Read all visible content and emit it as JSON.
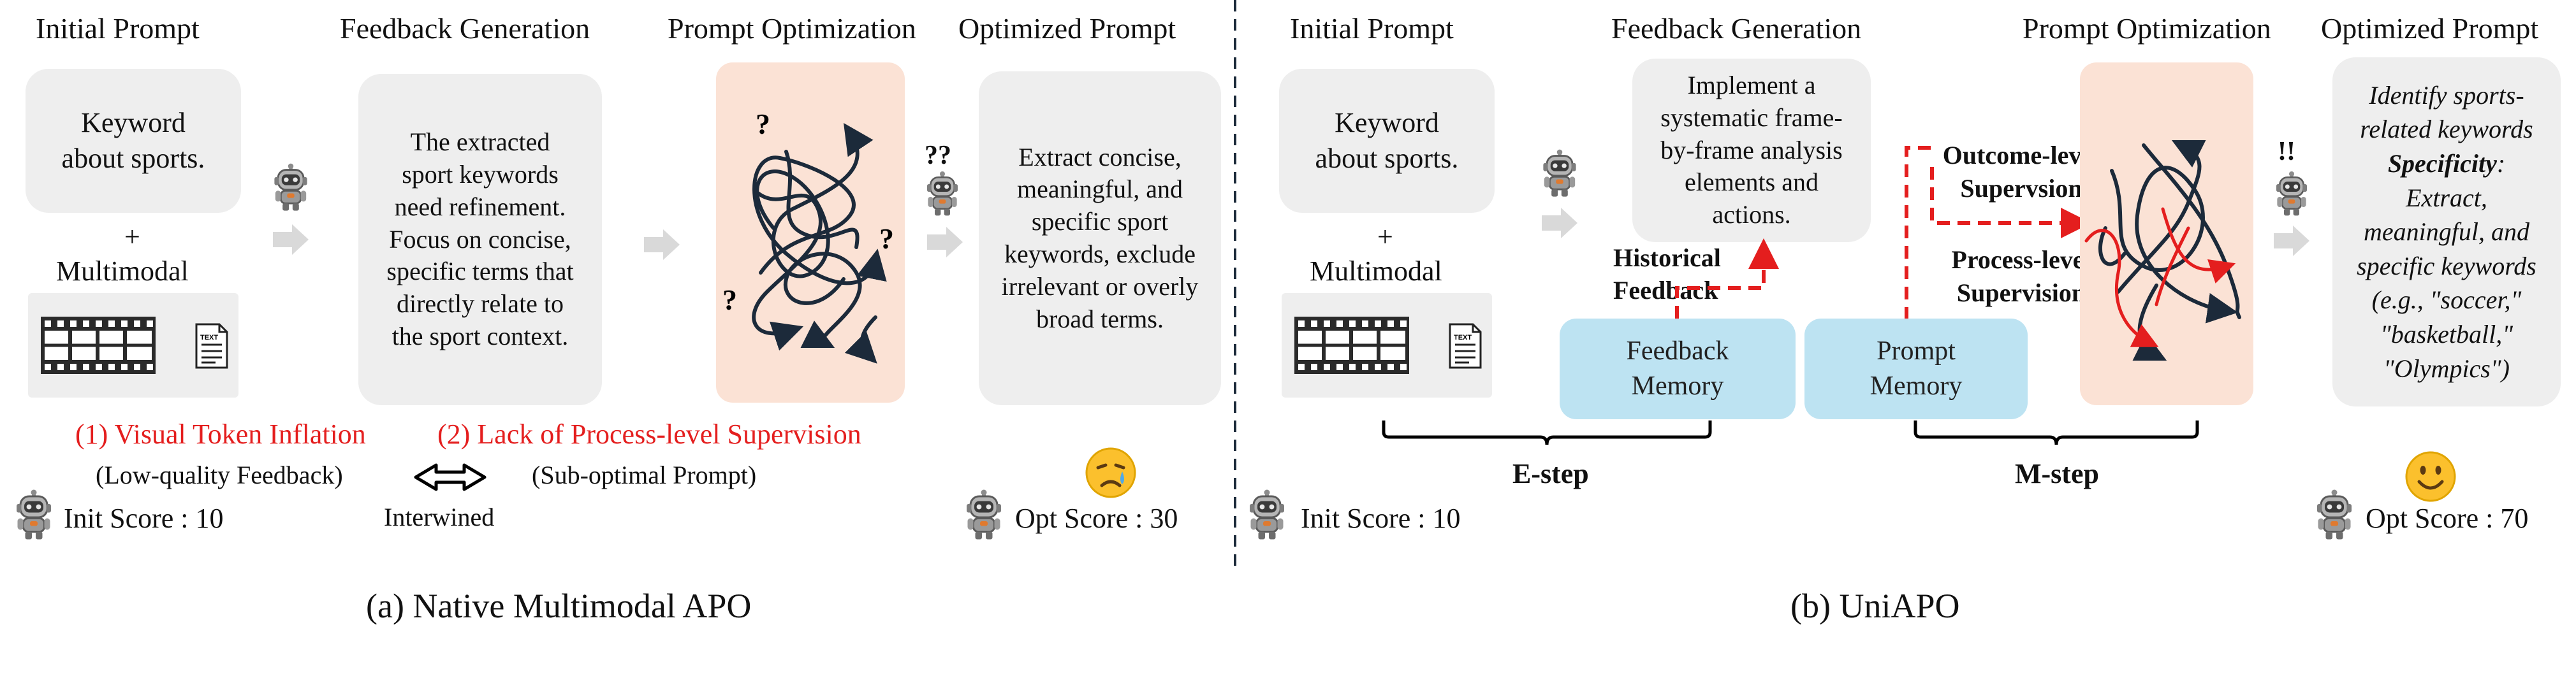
{
  "panel_a": {
    "headers": [
      "Initial Prompt",
      "Feedback Generation",
      "Prompt Optimization",
      "Optimized Prompt"
    ],
    "initial_prompt": "Keyword about sports.",
    "plus": "+",
    "multimodal": "Multimodal",
    "doc_icon_label": "TEXT",
    "feedback": "The extracted sport keywords need refinement. Focus on concise, specific terms that directly relate to the sport context.",
    "optimized": "Extract concise, meaningful, and specific sport keywords, exclude irrelevant or overly broad terms.",
    "confused_marks": "??",
    "opt_question_marks": [
      "?",
      "?",
      "?"
    ],
    "problem1": "(1) Visual Token Inflation",
    "problem2": "(2) Lack of Process-level Supervision",
    "problem1_note": "(Low-quality Feedback)",
    "problem2_note": "(Sub-optimal Prompt)",
    "intertwined": "Interwined",
    "init_score": "Init Score : 10",
    "opt_score": "Opt Score : 30",
    "caption": "(a) Native Multimodal APO"
  },
  "panel_b": {
    "headers": [
      "Initial Prompt",
      "Feedback Generation",
      "Prompt Optimization",
      "Optimized Prompt"
    ],
    "initial_prompt": "Keyword about sports.",
    "plus": "+",
    "multimodal": "Multimodal",
    "doc_icon_label": "TEXT",
    "feedback": "Implement a systematic frame-by-frame analysis elements and actions.",
    "historical_feedback": "Historical Feedback",
    "outcome_supervision": "Outcome-level Supervsion",
    "process_supervision": "Process-level Supervision",
    "feedback_memory": "Feedback Memory",
    "prompt_memory": "Prompt Memory",
    "e_step": "E-step",
    "m_step": "M-step",
    "happy_marks": "!!",
    "optimized_line1": "Identify sports-related keywords",
    "optimized_specificity": "Specificity",
    "optimized_line2": ": Extract, meaningful, and specific keywords (e.g., \"soccer,\" \"basketball,\" \"Olympics\")",
    "init_score": "Init Score : 10",
    "opt_score": "Opt Score : 70",
    "caption": "(b) UniAPO"
  },
  "colors": {
    "red": "#e41e1e",
    "box_gray": "#eeeeee",
    "opt_pink": "#fbe2d5",
    "memory_blue": "#bde3f2",
    "arrow_gray": "#d9d9d9",
    "curve_navy": "#1c2a3a"
  }
}
